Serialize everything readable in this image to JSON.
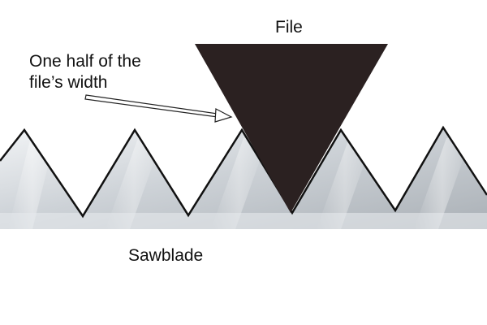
{
  "labels": {
    "file": "File",
    "half_width_line1": "One half of the",
    "half_width_line2": "file’s width",
    "sawblade": "Sawblade"
  },
  "colors": {
    "file_fill": "#2b2121",
    "tooth_outline": "#111111",
    "blade_light": "#f2f4f6",
    "blade_mid": "#cdd2d7",
    "blade_dark": "#aab0b6",
    "arrow_fill": "#ffffff",
    "arrow_outline": "#222222",
    "background": "#ffffff"
  },
  "icons": {
    "file": "inverted-triangle-shape",
    "pointer": "arrow-icon"
  }
}
